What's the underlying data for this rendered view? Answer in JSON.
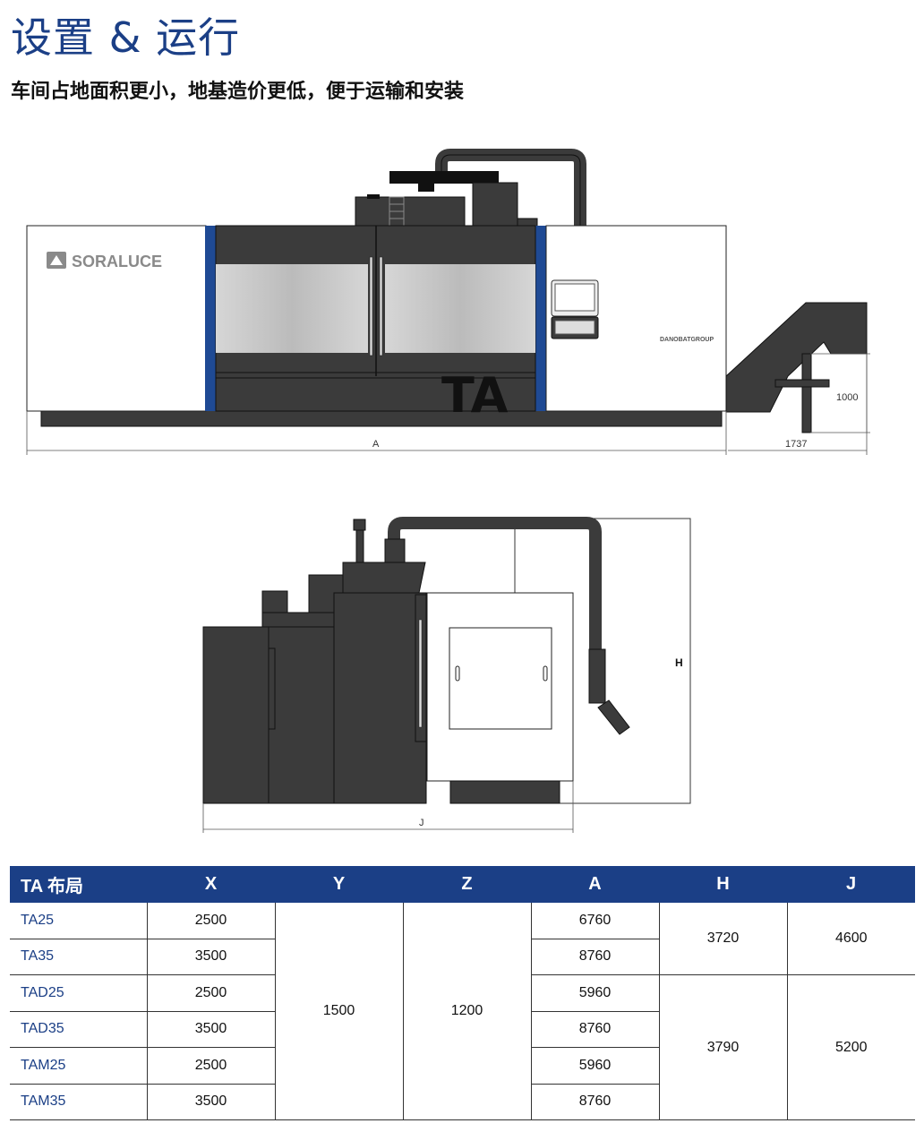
{
  "header": {
    "title": "设置 & 运行",
    "subtitle": "车间占地面积更小，地基造价更低，便于运输和安装"
  },
  "front_view": {
    "brand_logo": "SORALUCE",
    "group_logo": "DANOBATGROUP",
    "model_badge": "TA",
    "dim_a": "A",
    "dim_conveyor_width": "1737",
    "dim_conveyor_height": "1000"
  },
  "side_view": {
    "dim_h": "H",
    "dim_j": "J"
  },
  "table": {
    "headers": [
      "TA 布局",
      "X",
      "Y",
      "Z",
      "A",
      "H",
      "J"
    ],
    "rows": [
      {
        "model": "TA25",
        "x": "2500",
        "a": "6760"
      },
      {
        "model": "TA35",
        "x": "3500",
        "a": "8760"
      },
      {
        "model": "TAD25",
        "x": "2500",
        "a": "5960"
      },
      {
        "model": "TAD35",
        "x": "3500",
        "a": "8760"
      },
      {
        "model": "TAM25",
        "x": "2500",
        "a": "5960"
      },
      {
        "model": "TAM35",
        "x": "3500",
        "a": "8760"
      }
    ],
    "y_all": "1500",
    "z_all": "1200",
    "h_group1": "3720",
    "j_group1": "4600",
    "h_group2": "3790",
    "j_group2": "5200"
  },
  "colors": {
    "accent_blue": "#1b3f86",
    "machine_dark": "#3b3b3b",
    "panel_blue": "#1f4a94"
  }
}
